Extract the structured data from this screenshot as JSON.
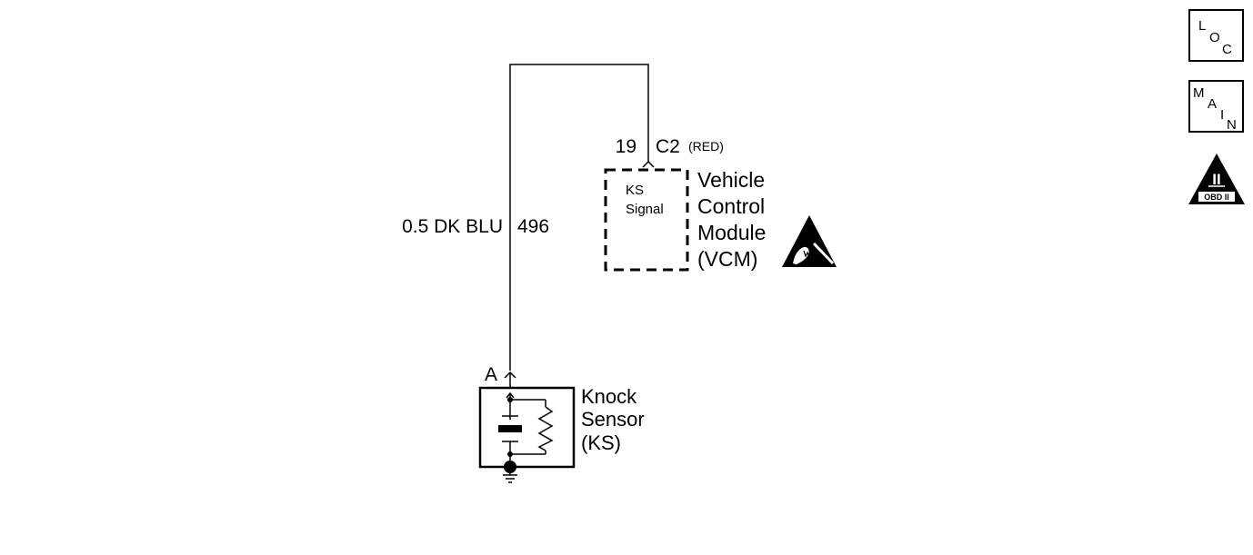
{
  "wire": {
    "gauge_color": "0.5 DK BLU",
    "circuit": "496"
  },
  "vcm": {
    "pin": "19",
    "connector": "C2",
    "connector_color": "(RED)",
    "signal_line1": "KS",
    "signal_line2": "Signal",
    "name_line1": "Vehicle",
    "name_line2": "Control",
    "name_line3": "Module",
    "name_line4": "(VCM)"
  },
  "knock_sensor": {
    "terminal": "A",
    "name_line1": "Knock",
    "name_line2": "Sensor",
    "name_line3": "(KS)"
  },
  "nav": {
    "loc": {
      "l1": "L",
      "l2": "O",
      "l3": "C"
    },
    "main": {
      "l1": "M",
      "l2": "A",
      "l3": "I",
      "l4": "N"
    },
    "obd": {
      "mark": "II",
      "label": "OBD II"
    }
  }
}
